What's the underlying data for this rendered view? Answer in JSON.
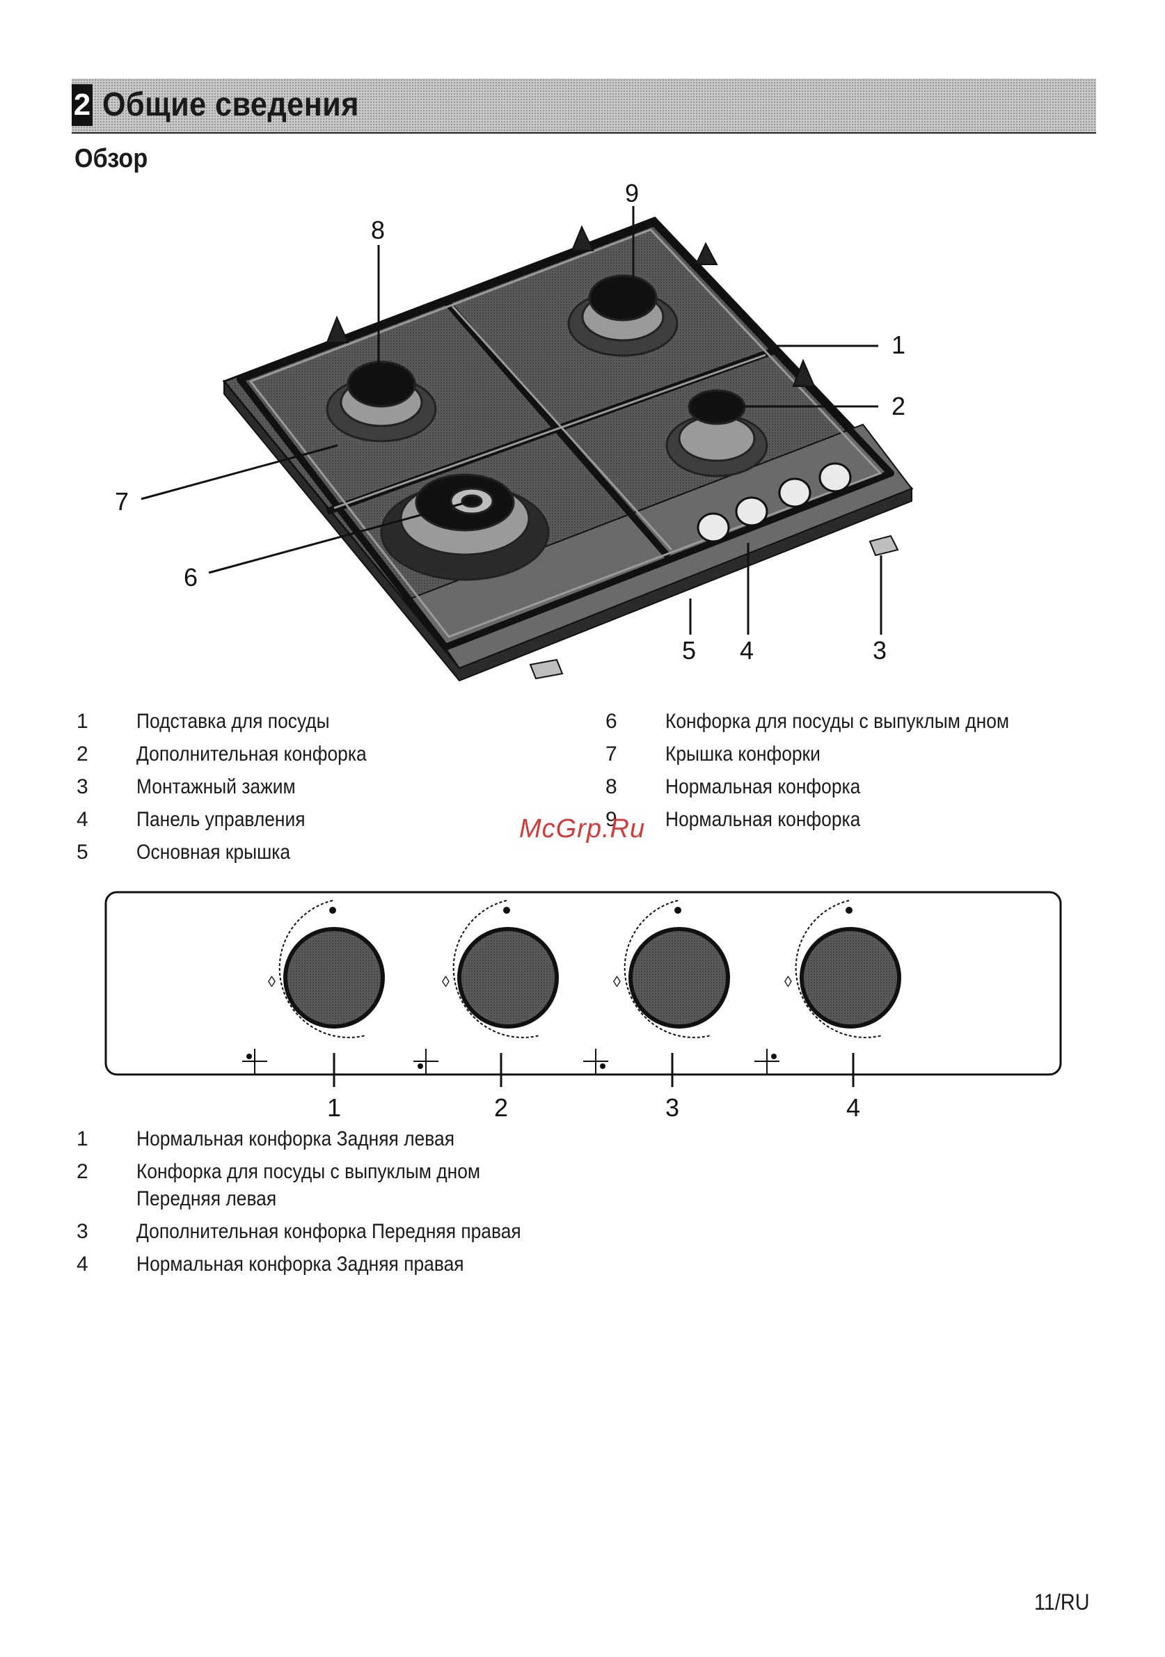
{
  "header": {
    "chapter_number": "2",
    "chapter_title": "Общие сведения"
  },
  "section": {
    "title": "Обзор"
  },
  "overview_diagram": {
    "callouts": [
      "1",
      "2",
      "3",
      "4",
      "5",
      "6",
      "7",
      "8",
      "9"
    ]
  },
  "overview_legend": [
    {
      "num": "1",
      "label": "Подставка для посуды"
    },
    {
      "num": "2",
      "label": "Дополнительная конфорка"
    },
    {
      "num": "3",
      "label": "Монтажный зажим"
    },
    {
      "num": "4",
      "label": "Панель управления"
    },
    {
      "num": "5",
      "label": "Основная крышка"
    },
    {
      "num": "6",
      "label": "Конфорка для посуды с выпуклым дном"
    },
    {
      "num": "7",
      "label": "Крышка конфорки"
    },
    {
      "num": "8",
      "label": "Нормальная конфорка"
    },
    {
      "num": "9",
      "label": "Нормальная конфорка"
    }
  ],
  "watermark": "McGrp.Ru",
  "knob_panel": {
    "callouts": [
      "1",
      "2",
      "3",
      "4"
    ]
  },
  "knob_legend": [
    {
      "num": "1",
      "label": "Нормальная конфорка Задняя левая"
    },
    {
      "num": "2",
      "label": "Конфорка для посуды с выпуклым дном",
      "label_line2": "Передняя левая"
    },
    {
      "num": "3",
      "label": "Дополнительная конфорка Передняя правая"
    },
    {
      "num": "4",
      "label": "Нормальная конфорка Задняя правая"
    }
  ],
  "footer": {
    "page_number": "11/RU"
  }
}
